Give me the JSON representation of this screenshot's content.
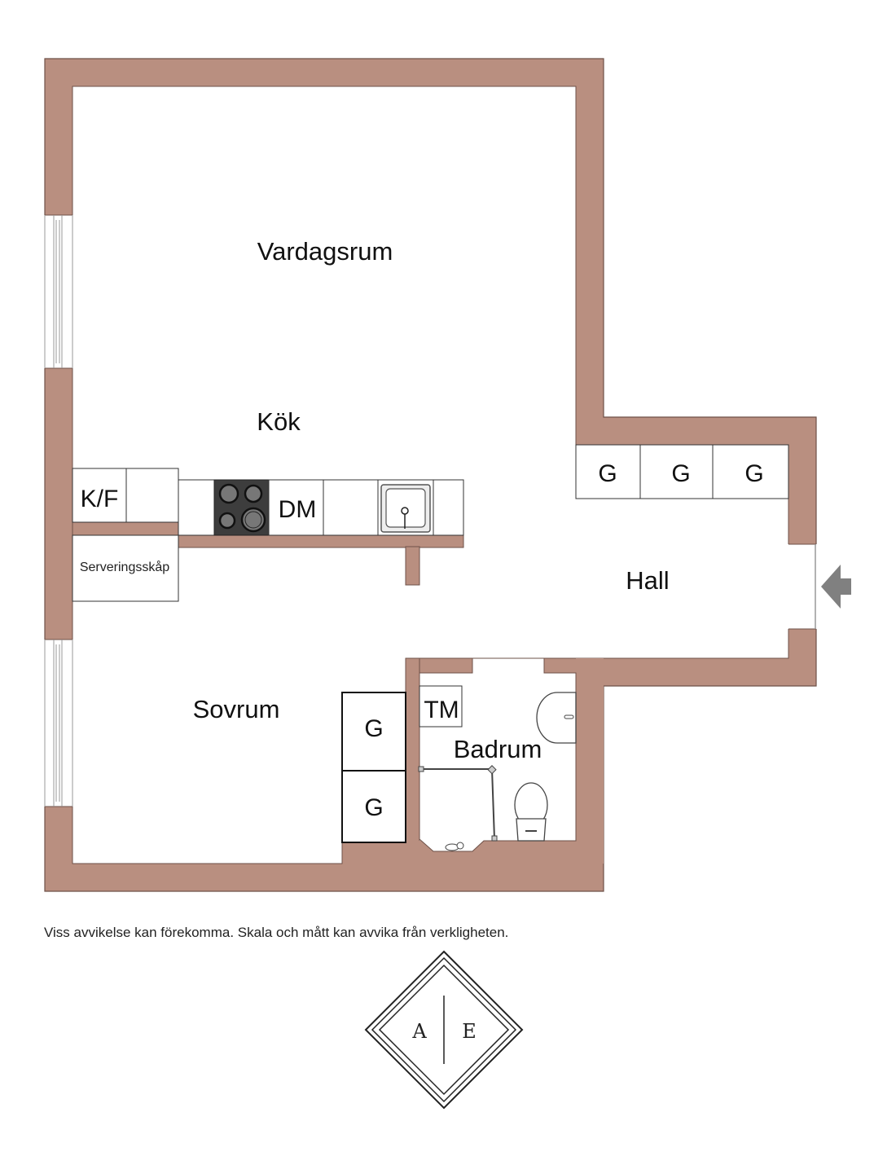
{
  "colors": {
    "wall": "#b98f80",
    "wall_edge": "#6e5148",
    "arrow": "#808080"
  },
  "rooms": {
    "living": "Vardagsrum",
    "kitchen": "Kök",
    "hall": "Hall",
    "bedroom": "Sovrum",
    "bathroom": "Badrum"
  },
  "fixtures": {
    "fridge_freezer": "K/F",
    "dishwasher": "DM",
    "serving_cabinet": "Serveringsskåp",
    "washing_machine": "TM",
    "wardrobe": "G"
  },
  "entrance_icon": "arrow-left-icon",
  "footer": {
    "disclaimer": "Viss avvikelse kan förekomma. Skala och mått kan avvika från verkligheten."
  },
  "logo": {
    "left_letter": "A",
    "right_letter": "E"
  }
}
